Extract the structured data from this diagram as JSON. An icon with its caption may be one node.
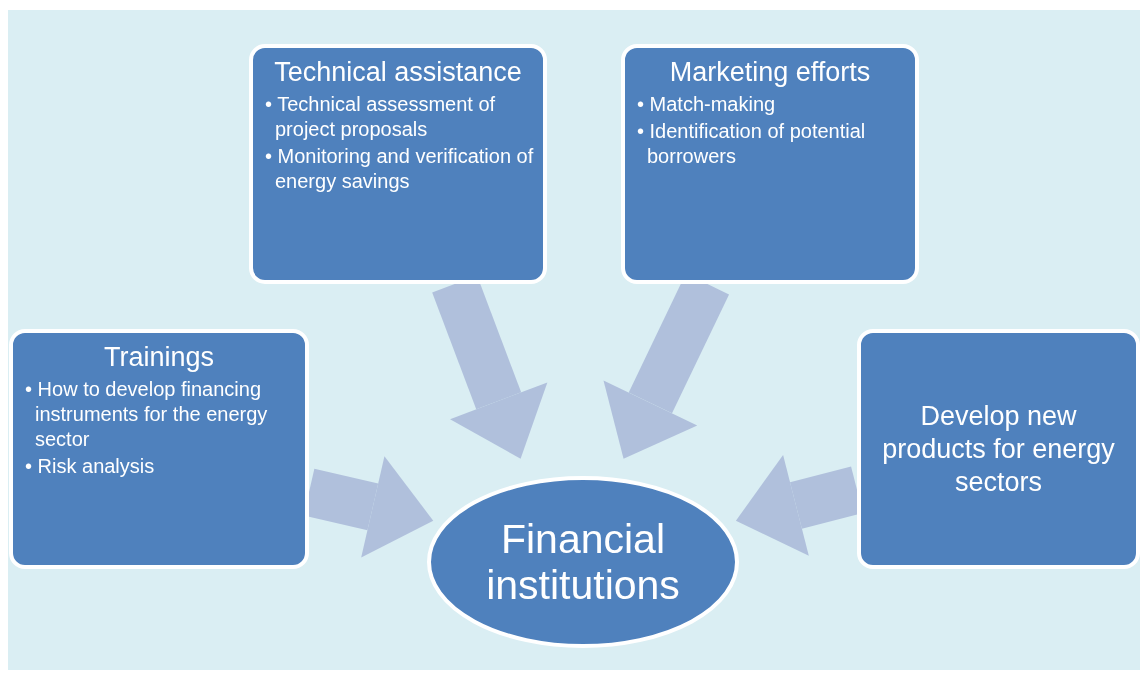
{
  "diagram": {
    "nodes": [
      {
        "text": [
          "Technical assistance",
          "• Technical assessment of project proposals",
          "• Monitoring and verification of energy savings"
        ]
      },
      {
        "text": [
          "Marketing efforts",
          "• Match-making",
          "• Identification of potential borrowers"
        ]
      },
      {
        "text": [
          "Trainings",
          "• How to develop financing instruments for the energy sector",
          "• Risk analysis"
        ]
      },
      {
        "text": [
          "Develop new products for energy sectors"
        ]
      },
      {
        "text": [
          "Financial institutions"
        ]
      }
    ],
    "edges": [
      {
        "from": 0,
        "to": 4,
        "arrow": "to"
      },
      {
        "from": 1,
        "to": 4,
        "arrow": "to"
      },
      {
        "from": 2,
        "to": 4,
        "arrow": "to"
      },
      {
        "from": 3,
        "to": 4,
        "arrow": "to"
      }
    ]
  }
}
